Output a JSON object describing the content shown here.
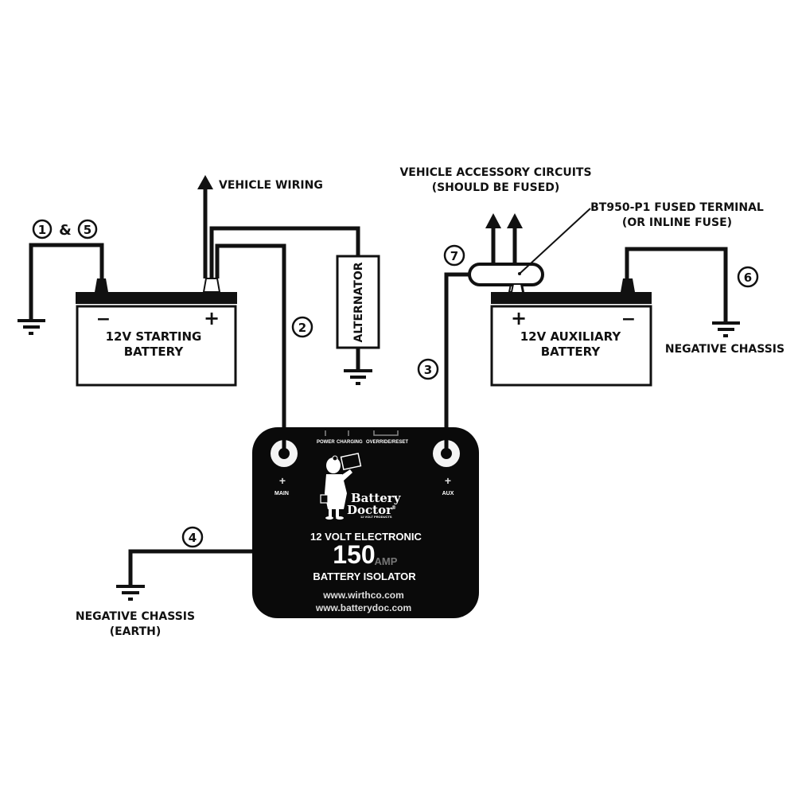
{
  "diagram": {
    "title": "12 Volt Electronic 150 Amp Battery Isolator Wiring Diagram",
    "labels": {
      "vehicle_wiring": "VEHICLE WIRING",
      "accessory_line1": "VEHICLE ACCESSORY CIRCUITS",
      "accessory_line2": "(SHOULD BE FUSED)",
      "fused_terminal_line1": "BT950-P1 FUSED TERMINAL",
      "fused_terminal_line2": "(OR INLINE FUSE)",
      "neg_chassis_right": "NEGATIVE CHASSIS",
      "neg_chassis_left_line1": "NEGATIVE CHASSIS",
      "neg_chassis_left_line2": "(EARTH)",
      "alternator": "ALTERNATOR",
      "ampersand": "&"
    },
    "starting_battery": {
      "line1": "12V STARTING",
      "line2": "BATTERY",
      "neg": "−",
      "pos": "+"
    },
    "aux_battery": {
      "line1": "12V AUXILIARY",
      "line2": "BATTERY",
      "pos": "+",
      "neg": "−"
    },
    "wire_numbers": {
      "n1": "1",
      "n5": "5",
      "n2": "2",
      "n3": "3",
      "n4": "4",
      "n6": "6",
      "n7": "7"
    },
    "isolator": {
      "indicators": [
        "POWER",
        "CHARGING",
        "OVERRIDE/RESET"
      ],
      "main_plus": "+",
      "main_label": "MAIN",
      "aux_plus": "+",
      "aux_label": "AUX",
      "brand_line1": "Battery",
      "brand_line2": "Doctor",
      "brand_reg": "®",
      "brand_sub": "12 VOLT PRODUCTS",
      "line_voltage": "12 VOLT ELECTRONIC",
      "amp_value": "150",
      "amp_unit": "AMP",
      "product": "BATTERY ISOLATOR",
      "url1": "www.wirthco.com",
      "url2": "www.batterydoc.com"
    }
  }
}
